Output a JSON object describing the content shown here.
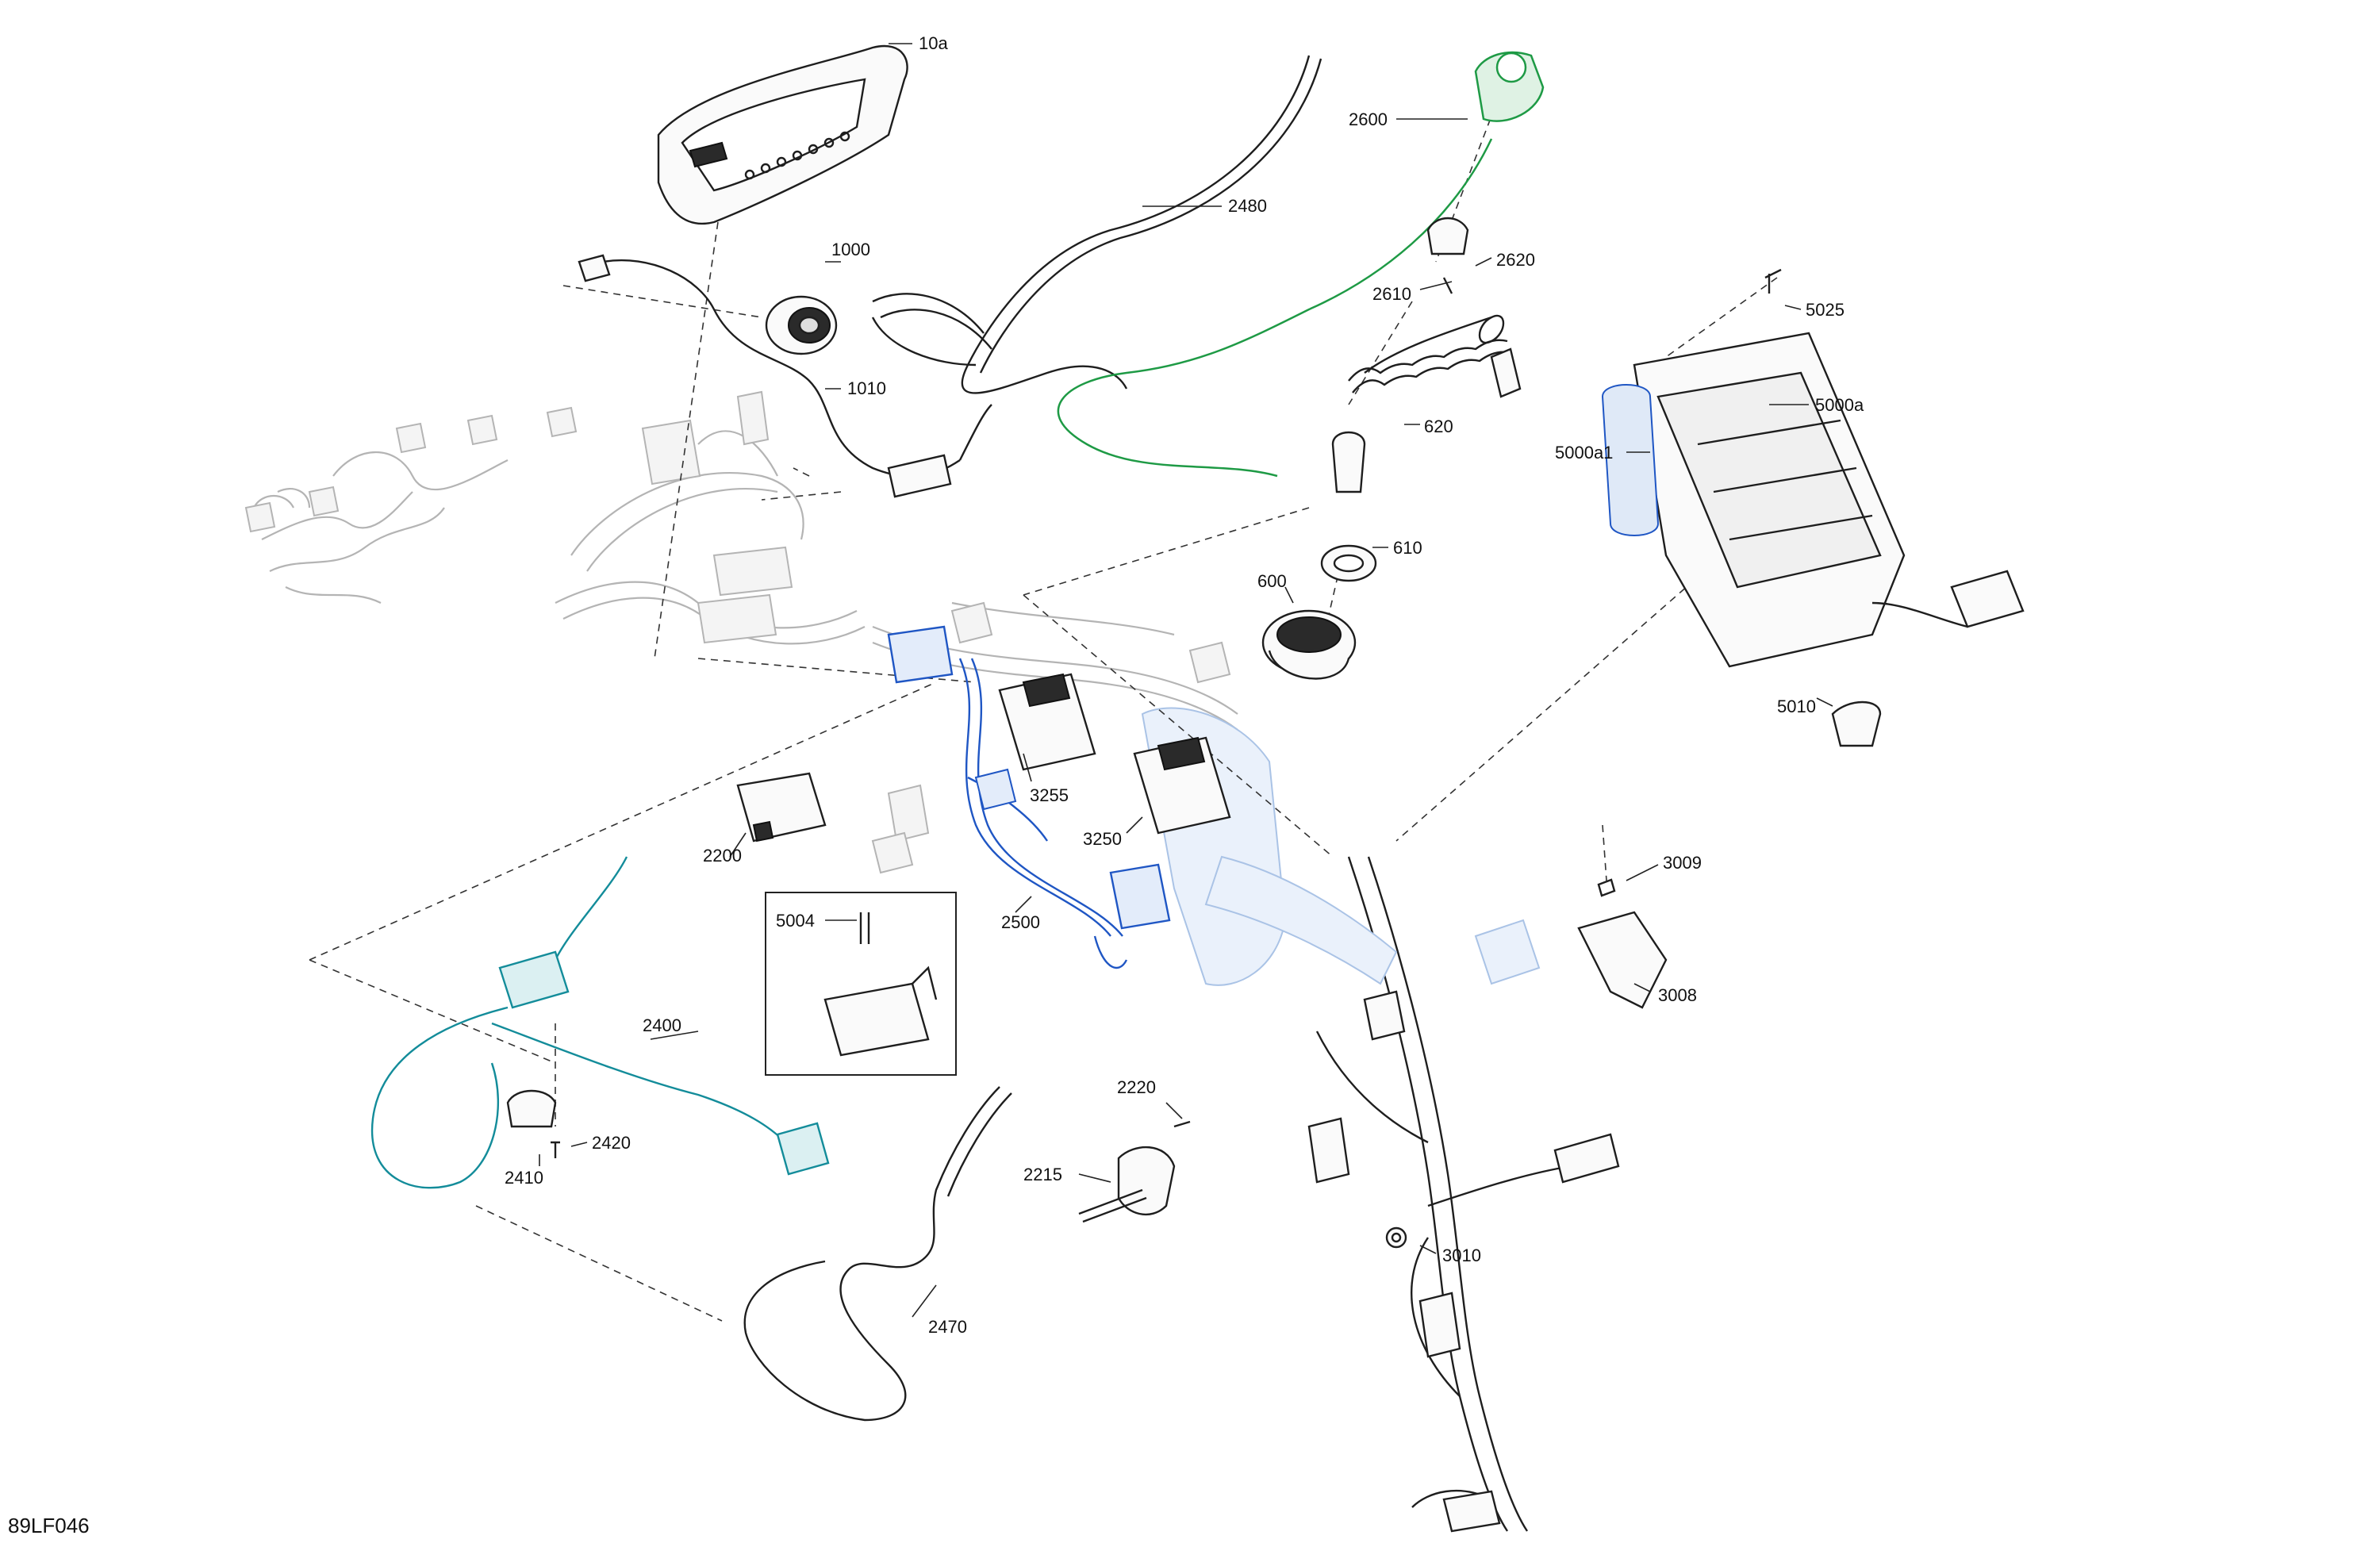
{
  "figure_id": "89LF046",
  "part_labels": {
    "p10a": "10a",
    "p1000": "1000",
    "p1010": "1010",
    "p2480": "2480",
    "p2600": "2600",
    "p2610": "2610",
    "p2620": "2620",
    "p620": "620",
    "p610": "610",
    "p600": "600",
    "p5025": "5025",
    "p5000a": "5000a",
    "p5000a1": "5000a1",
    "p5010": "5010",
    "p3255": "3255",
    "p3250": "3250",
    "p2200": "2200",
    "p2500": "2500",
    "p5004": "5004",
    "p3009": "3009",
    "p3008": "3008",
    "p2400": "2400",
    "p2420": "2420",
    "p2410": "2410",
    "p2220": "2220",
    "p2215": "2215",
    "p3010": "3010",
    "p2470": "2470"
  },
  "colors": {
    "highlight_blue": "#1f56c4",
    "highlight_green": "#1e9a45",
    "highlight_teal": "#138c9a",
    "ghost_gray": "#b4b4b4",
    "ink": "#1e1e1e"
  }
}
